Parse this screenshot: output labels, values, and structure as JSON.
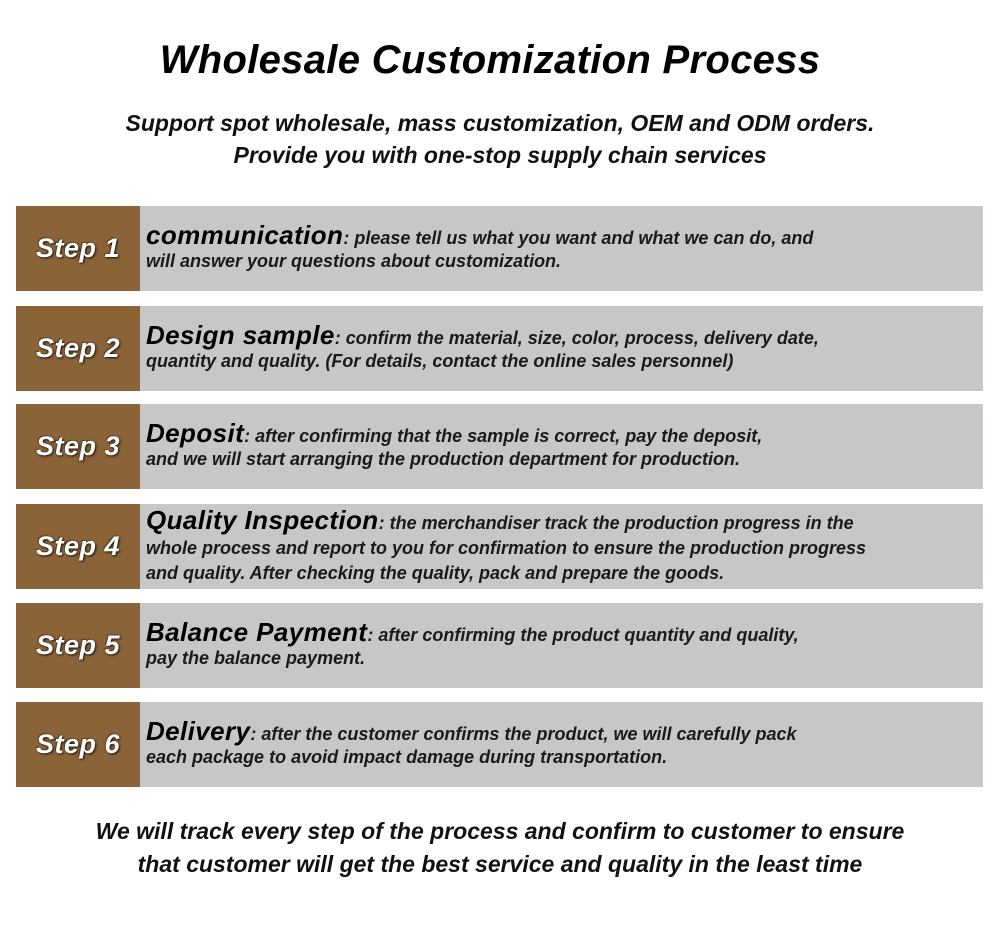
{
  "title": "Wholesale Customization Process",
  "subtitle": {
    "line1": "Support spot wholesale, mass customization, OEM and ODM orders.",
    "line2": "Provide you with one-stop supply chain services"
  },
  "colors": {
    "step_label_bg": "#8a6338",
    "step_body_bg": "#c8c7c5"
  },
  "steps": [
    {
      "label": "Step 1",
      "name": "communication",
      "line1": ":  please tell us what you want and what we can do, and",
      "line2": "will answer your questions about customization.",
      "line3": ""
    },
    {
      "label": "Step 2",
      "name": "Design sample",
      "line1": ": confirm the material, size, color, process, delivery date,",
      "line2": "quantity and quality. (For details, contact the online sales personnel)",
      "line3": ""
    },
    {
      "label": "Step 3",
      "name": "Deposit",
      "line1": ": after confirming that the sample is correct, pay the deposit,",
      "line2": "and we will start arranging the production department for production.",
      "line3": ""
    },
    {
      "label": "Step 4",
      "name": "Quality Inspection",
      "line1": ": the merchandiser track the production progress in the",
      "line2": "whole process and report to you for confirmation to ensure the production progress",
      "line3": "and quality. After checking the quality, pack and prepare the goods."
    },
    {
      "label": "Step 5",
      "name": "Balance Payment",
      "line1": ": after confirming the product quantity and quality,",
      "line2": "pay the balance payment.",
      "line3": ""
    },
    {
      "label": "Step 6",
      "name": "Delivery",
      "line1": ": after the customer confirms the product, we will carefully pack",
      "line2": "each package to avoid impact damage during transportation.",
      "line3": ""
    }
  ],
  "footer": {
    "line1": "We will track every step of the process and confirm to customer to ensure",
    "line2": "that customer will get the best service and quality in the least time"
  }
}
